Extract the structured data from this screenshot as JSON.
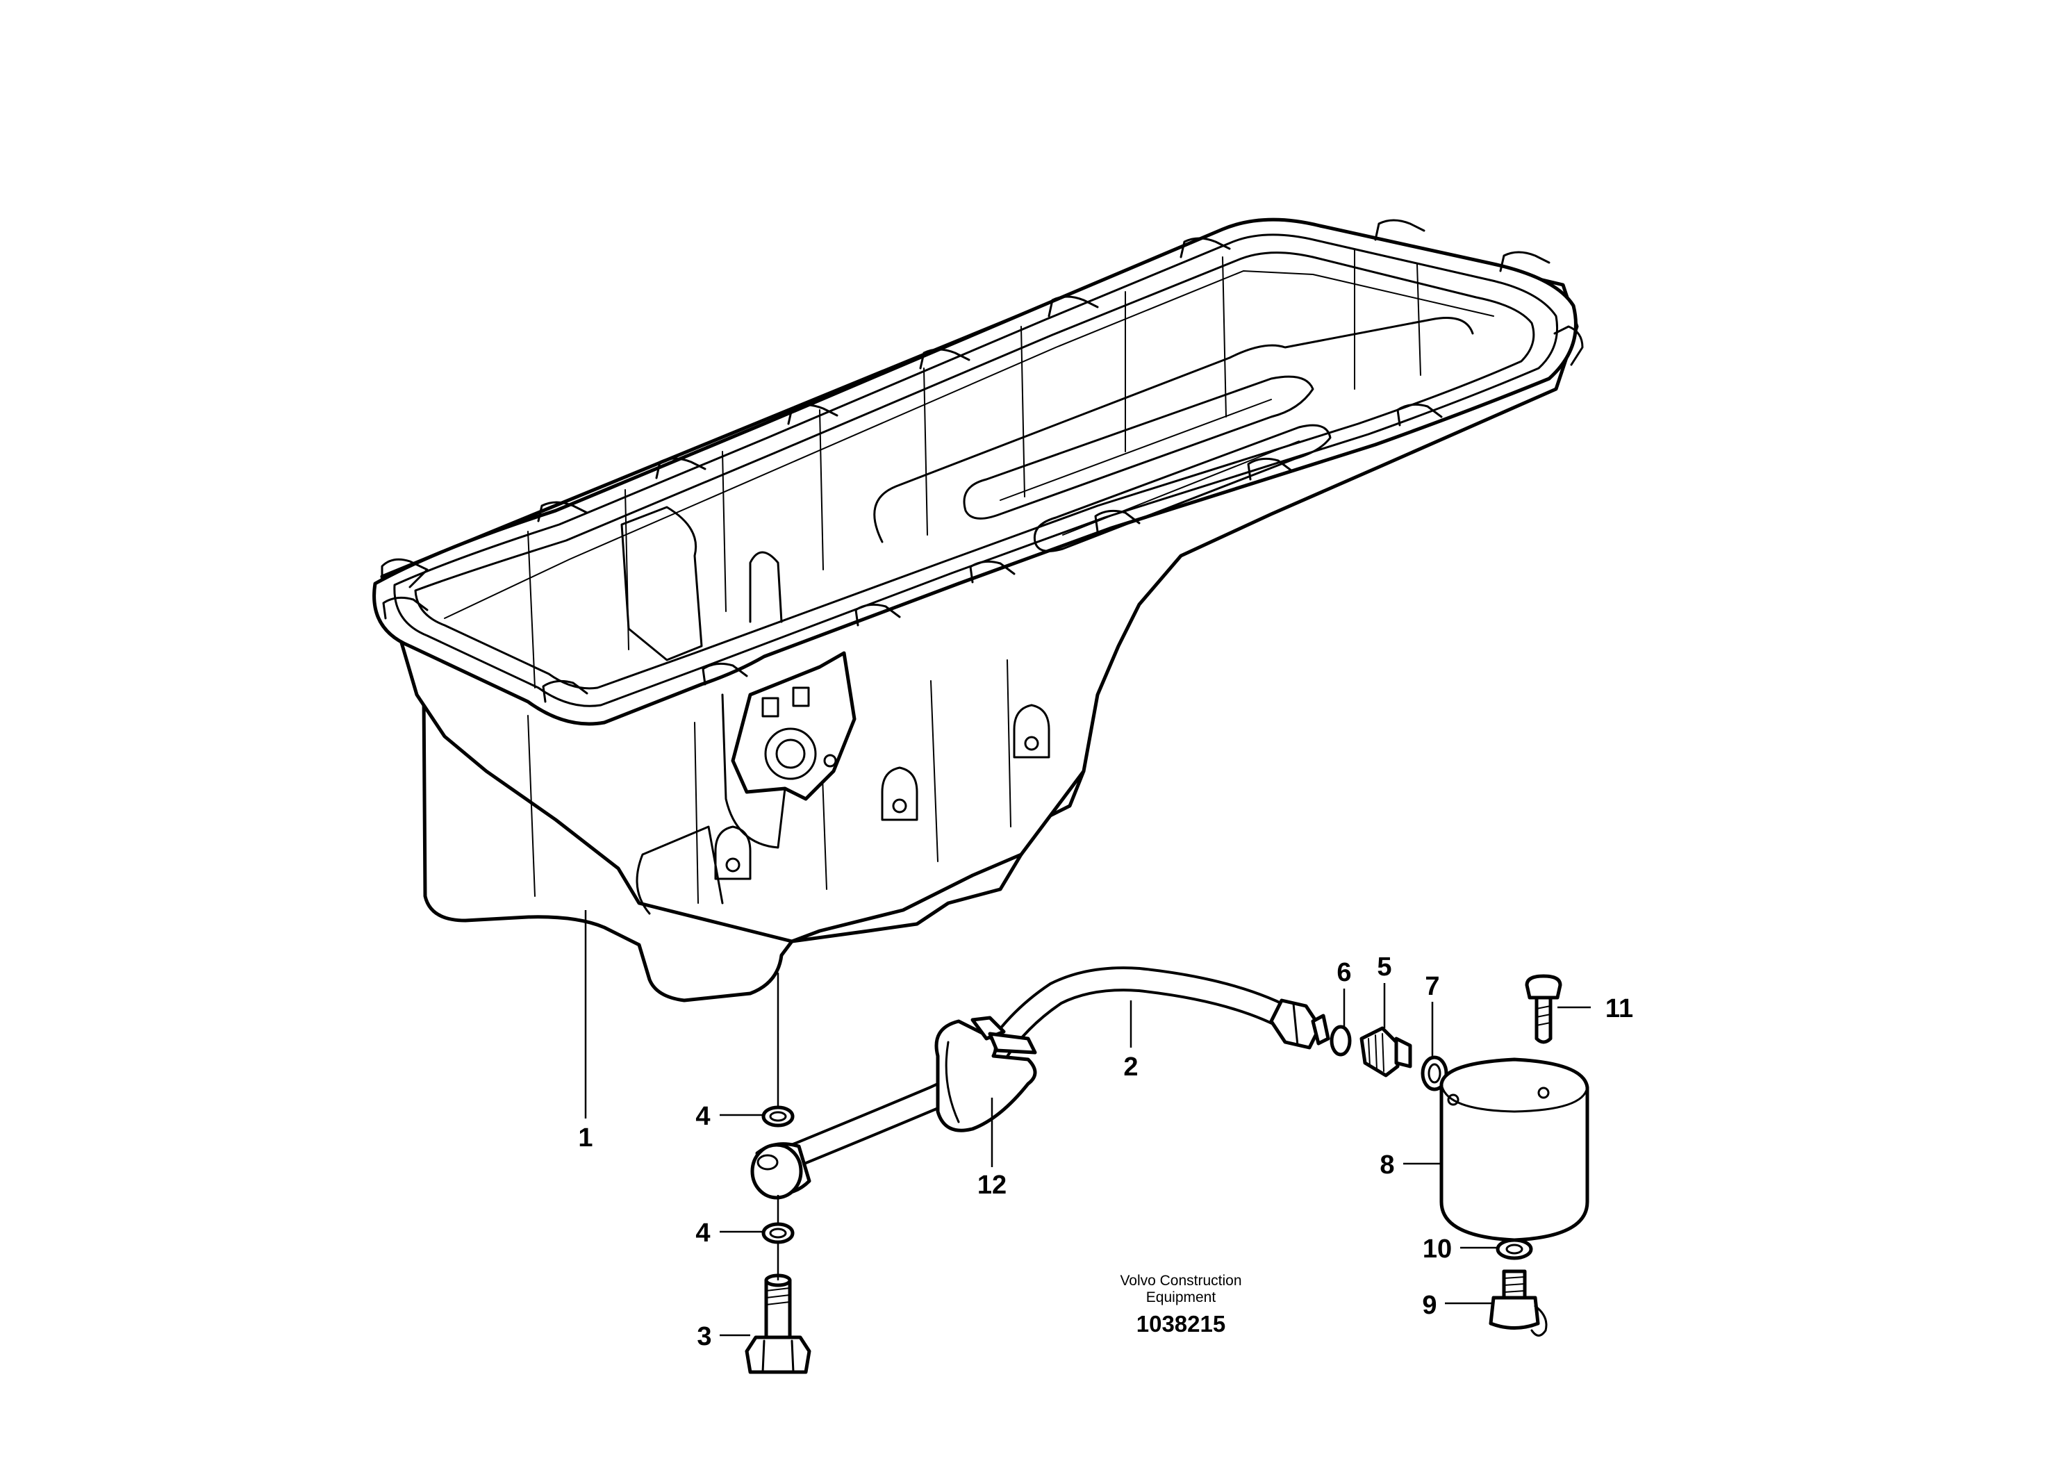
{
  "callouts": {
    "c1": "1",
    "c2": "2",
    "c3": "3",
    "c4a": "4",
    "c4b": "4",
    "c5": "5",
    "c6": "6",
    "c7": "7",
    "c8": "8",
    "c9": "9",
    "c10": "10",
    "c11": "11",
    "c12": "12"
  },
  "caption": {
    "line1": "Volvo Construction",
    "line2": "Equipment",
    "number": "1038215"
  }
}
